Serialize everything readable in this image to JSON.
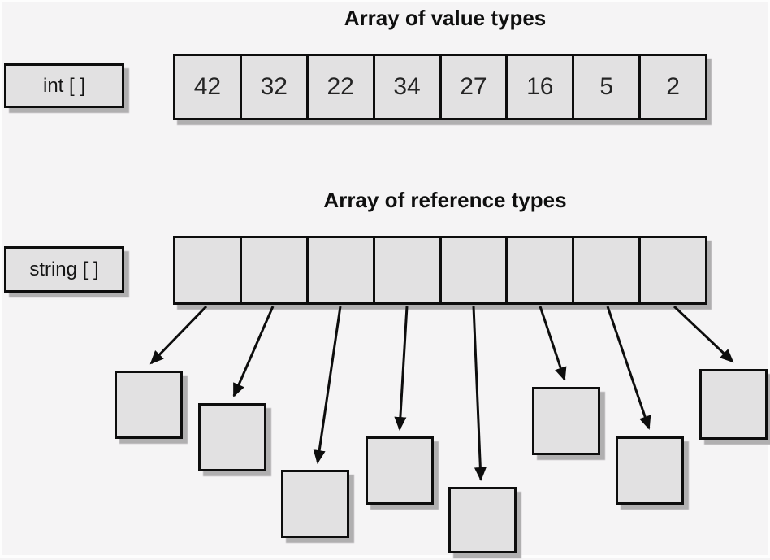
{
  "value_section": {
    "title": "Array of value types",
    "label": "int [ ]",
    "cells": [
      "42",
      "32",
      "22",
      "34",
      "27",
      "16",
      "5",
      "2"
    ]
  },
  "reference_section": {
    "title": "Array of reference types",
    "label": "string [ ]",
    "cell_count": 8,
    "object_count": 8
  },
  "colors": {
    "background": "#f5f4f5",
    "box_fill": "#e2e1e2",
    "border": "#0d0d0d",
    "shadow": "#b0afb0"
  }
}
